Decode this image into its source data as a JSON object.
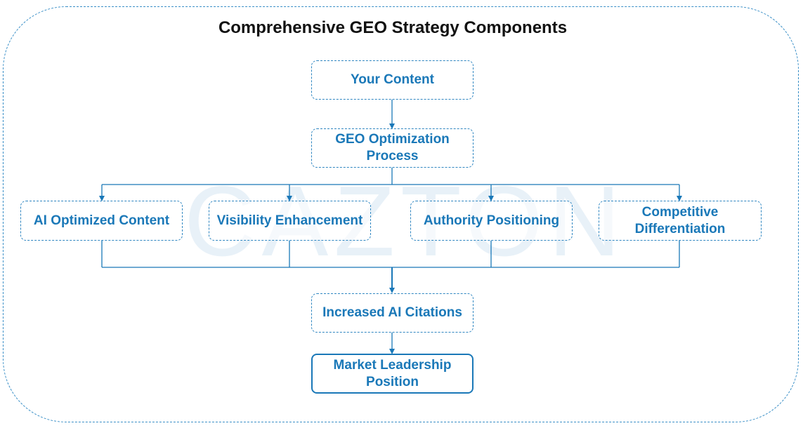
{
  "title": "Comprehensive GEO Strategy Components",
  "watermark": "CAZTON",
  "nodes": {
    "your_content": "Your Content",
    "geo_process": "GEO Optimization Process",
    "ai_optimized": "AI Optimized Content",
    "visibility": "Visibility Enhancement",
    "authority": "Authority Positioning",
    "competitive": "Competitive Differentiation",
    "citations": "Increased AI Citations",
    "leadership": "Market Leadership Position"
  },
  "colors": {
    "accent": "#1a78b8",
    "border": "#2f86c1",
    "watermark": "#e8f1f8",
    "title": "#111111"
  }
}
